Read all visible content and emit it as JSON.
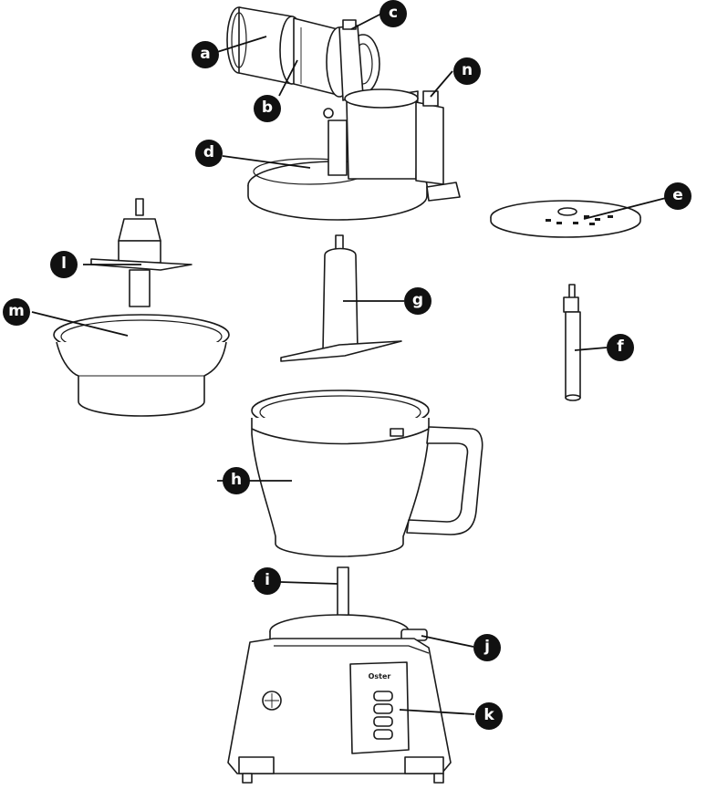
{
  "callouts": {
    "a": "a",
    "b": "b",
    "c": "c",
    "d": "d",
    "e": "e",
    "f": "f",
    "g": "g",
    "h": "h",
    "i": "i",
    "j": "j",
    "k": "k",
    "l": "l",
    "m": "m",
    "n": "n"
  },
  "panel": {
    "brand": "Oster"
  },
  "colors": {
    "outline": "#1a1a1a",
    "badge": "#111111",
    "badge_text": "#ffffff",
    "fill_light": "#e6e6e6"
  }
}
